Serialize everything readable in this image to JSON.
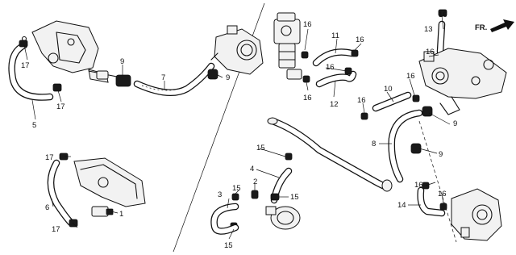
{
  "diagram": {
    "direction_label": "FR.",
    "callouts": {
      "c1": "1",
      "c2": "2",
      "c3": "3",
      "c4": "4",
      "c5": "5",
      "c6": "6",
      "c7": "7",
      "c8": "8",
      "c9a": "9",
      "c9b": "9",
      "c9c": "9",
      "c9d": "9",
      "c10": "10",
      "c11": "11",
      "c12": "12",
      "c13": "13",
      "c14": "14",
      "c15a": "15",
      "c15b": "15",
      "c15c": "15",
      "c15d": "15",
      "c16a": "16",
      "c16b": "16",
      "c16c": "16",
      "c16d": "16",
      "c16e": "16",
      "c16f": "16",
      "c16g": "16",
      "c16h": "16",
      "c16i": "16",
      "c17a": "17",
      "c17b": "17",
      "c17c": "17",
      "c17d": "17"
    }
  }
}
